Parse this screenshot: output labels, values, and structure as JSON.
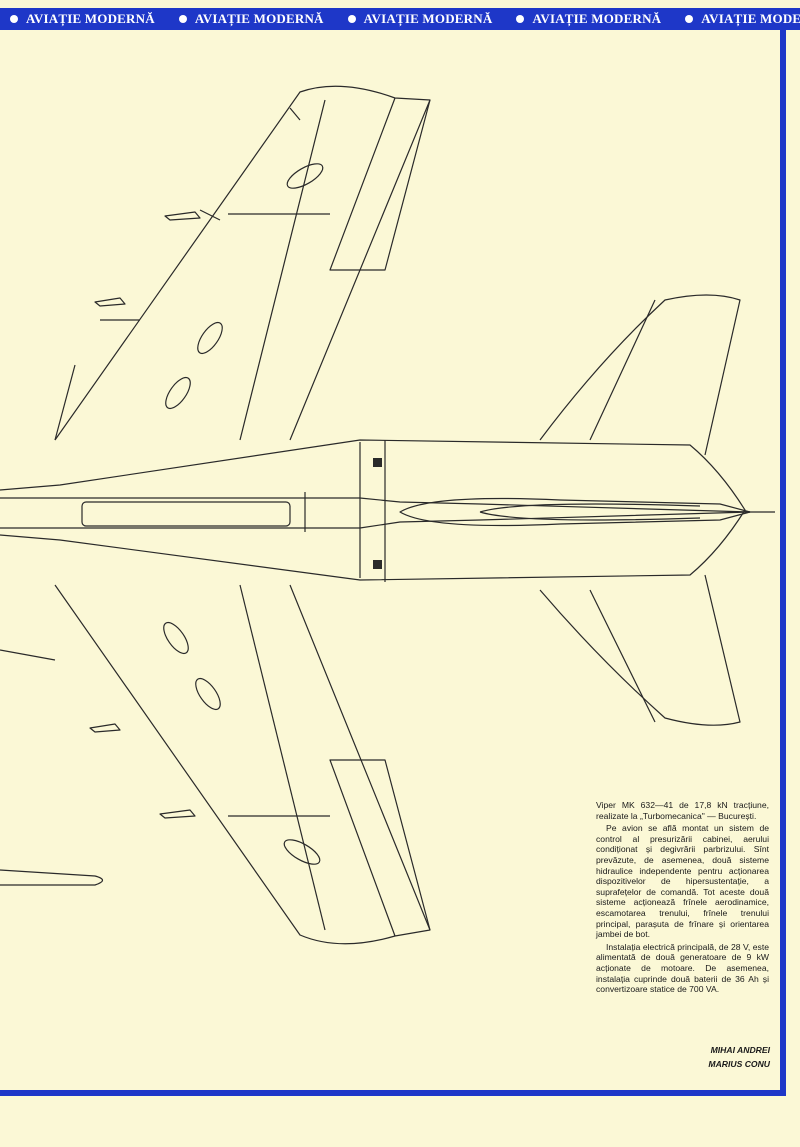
{
  "header": {
    "banner_items": [
      "AVIAȚIE MODERNĂ",
      "AVIAȚIE MODERNĂ",
      "AVIAȚIE MODERNĂ",
      "AVIAȚIE MODERNĂ",
      "AVIAȚIE MODERNĂ"
    ]
  },
  "article": {
    "paragraphs": [
      "Viper MK 632—41 de 17,8 kN tracțiune, realizate la „Turbomecanica\" — București.",
      "Pe avion se află montat un sistem de control al presurizării cabinei, aerului condiționat și degivrării parbrizului. Sînt prevăzute, de asemenea, două sisteme hidraulice independente pentru acționarea dispozitivelor de hipersustentație, a suprafețelor de comandă. Tot aceste două sisteme acționează frînele aerodinamice, escamotarea trenului, frînele trenului principal, parașuta de frînare și orientarea jambei de bot.",
      "Instalația electrică principală, de 28 V, este alimentată de două generatoare de 9 kW acționate de motoare. De asemenea, instalația cuprinde două baterii de 36 Ah și convertizoare statice de 700 VA."
    ],
    "authors": [
      "MIHAI ANDREI",
      "MARIUS CONU"
    ]
  },
  "colors": {
    "banner_blue": "#1e37c8",
    "paper": "#fbf8d6",
    "ink": "#1a1a1a"
  }
}
